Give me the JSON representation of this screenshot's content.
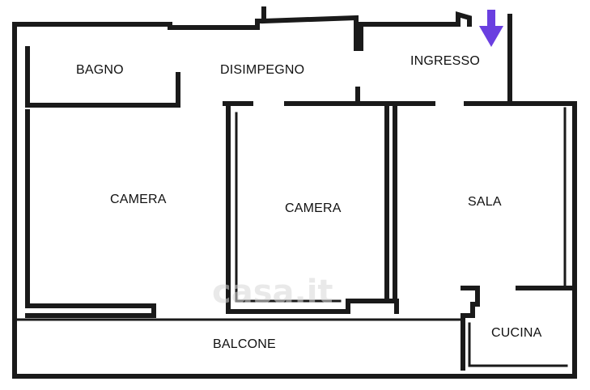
{
  "rooms": {
    "bagno": "BAGNO",
    "disimpegno": "DISIMPEGNO",
    "ingresso": "INGRESSO",
    "camera_1": "CAMERA",
    "camera_2": "CAMERA",
    "sala": "SALA",
    "cucina": "CUCINA",
    "balcone": "BALCONE"
  },
  "watermark": "casa.it",
  "colors": {
    "wall": "#1a1a1a",
    "entrance_arrow": "#6a3fe0",
    "background": "#ffffff"
  },
  "icons": {
    "entrance": "arrow-down-icon"
  }
}
